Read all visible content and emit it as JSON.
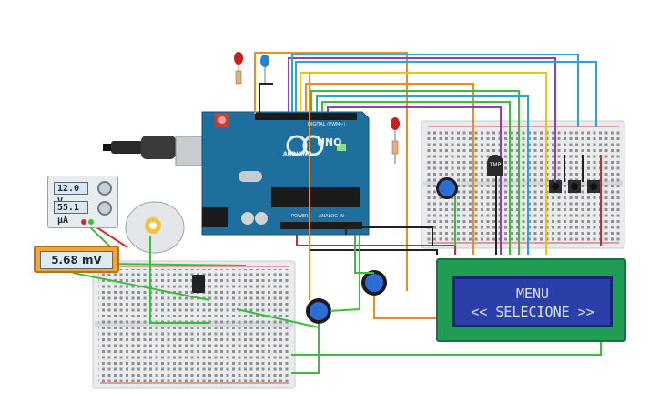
{
  "power_supply": {
    "voltage": "12.0 V",
    "current": "55.1 μA"
  },
  "multimeter": {
    "reading": "5.68 mV"
  },
  "lcd": {
    "line1": "MENU",
    "line2": "<< SELECIONE >>"
  },
  "arduino": {
    "brand": "ARDUINO",
    "model": "UNO",
    "digital_label": "DIGITAL (PWM~)",
    "analog_label": "ANALOG IN",
    "power_label": "POWER"
  },
  "sensor": {
    "label": "TMP"
  },
  "colors": {
    "arduino": "#1f6f9e",
    "lcd_board": "#1f9d55",
    "lcd_screen": "#2b3fa8",
    "multimeter": "#f0a53a",
    "wire_red": "#d62828",
    "wire_black": "#222222",
    "wire_green": "#3bbf3b",
    "wire_orange": "#f08a24",
    "wire_blue": "#2aa3d6",
    "wire_purple": "#8e3fbf",
    "wire_yellow": "#e7c41a"
  }
}
